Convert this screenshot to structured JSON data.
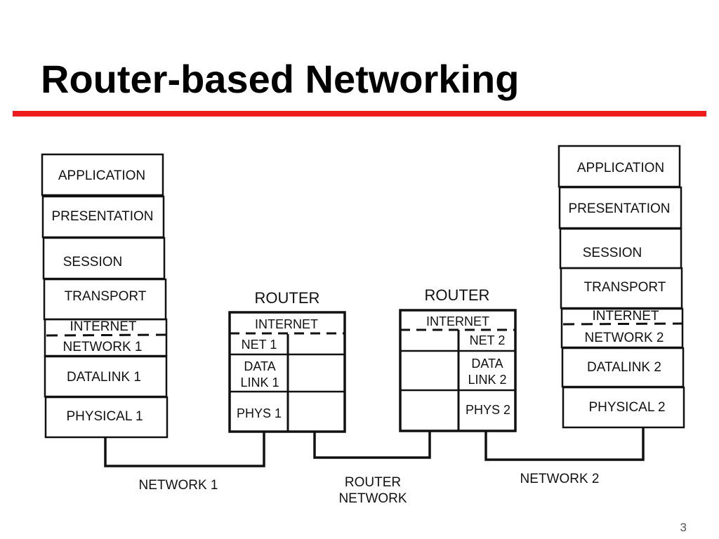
{
  "title": "Router-based Networking",
  "page_number": "3",
  "colors": {
    "accent_rule": "#ee1c1c",
    "ink": "#111111"
  },
  "left_host": {
    "layers": [
      "APPLICATION",
      "PRESENTATION",
      "SESSION",
      "TRANSPORT",
      "INTERNET",
      "NETWORK 1",
      "DATALINK 1",
      "PHYSICAL 1"
    ]
  },
  "router_1": {
    "label": "ROUTER",
    "internet": "INTERNET",
    "net": "NET 1",
    "data_link_line1": "DATA",
    "data_link_line2": "LINK 1",
    "phys": "PHYS 1"
  },
  "router_2": {
    "label": "ROUTER",
    "internet": "INTERNET",
    "net": "NET 2",
    "data_link_line1": "DATA",
    "data_link_line2": "LINK 2",
    "phys": "PHYS 2"
  },
  "right_host": {
    "layers": [
      "APPLICATION",
      "PRESENTATION",
      "SESSION",
      "TRANSPORT",
      "INTERNET",
      "NETWORK 2",
      "DATALINK 2",
      "PHYSICAL 2"
    ]
  },
  "links": {
    "network_1": "NETWORK 1",
    "router_network_line1": "ROUTER",
    "router_network_line2": "NETWORK",
    "network_2": "NETWORK 2"
  }
}
